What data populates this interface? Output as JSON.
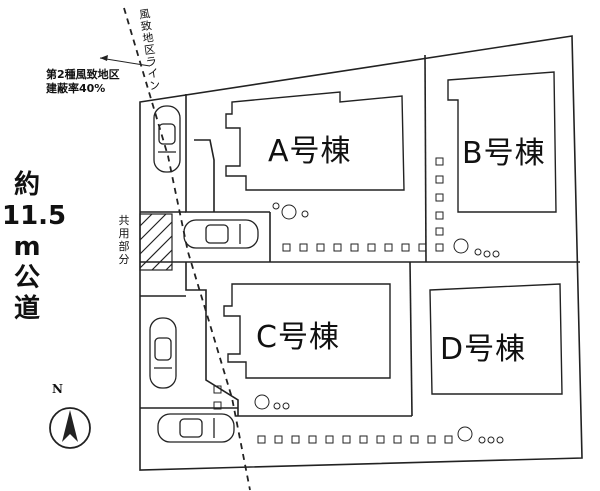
{
  "road": {
    "chars": [
      "約",
      "11.5",
      "m",
      "公",
      "道"
    ]
  },
  "zone_note": {
    "line1": "第2種風致地区",
    "line2": "建蔽率40%"
  },
  "zone_line_label": {
    "chars": [
      "風",
      "致",
      "地",
      "区",
      "ラ",
      "イ",
      "ン"
    ]
  },
  "shared_label": {
    "chars": [
      "共",
      "用",
      "部",
      "分"
    ]
  },
  "north_label": "N",
  "buildings": {
    "a": "A号棟",
    "b": "B号棟",
    "c": "C号棟",
    "d": "D号棟"
  }
}
